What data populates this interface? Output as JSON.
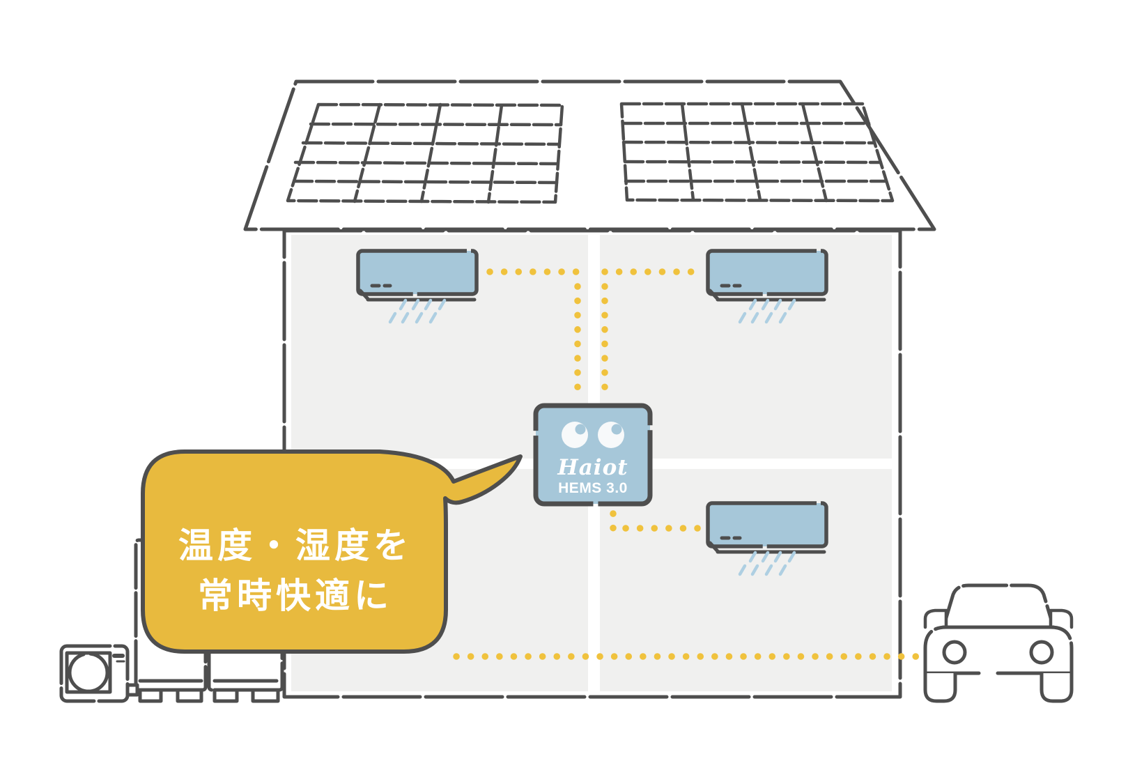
{
  "hub": {
    "logo": "Haiot",
    "model": "HEMS 3.0"
  },
  "speech_bubble": {
    "line1": "温度・湿度を",
    "line2": "常時快適に"
  },
  "colors": {
    "line_dark": "#4e4e4e",
    "device_blue": "#a6c7d9",
    "airflow_blue": "#aecfe2",
    "dot_yellow": "#f0c23d",
    "bubble_yellow": "#e8ba3e",
    "room_gray": "#f0f0ef",
    "text_white": "#ffffff"
  }
}
